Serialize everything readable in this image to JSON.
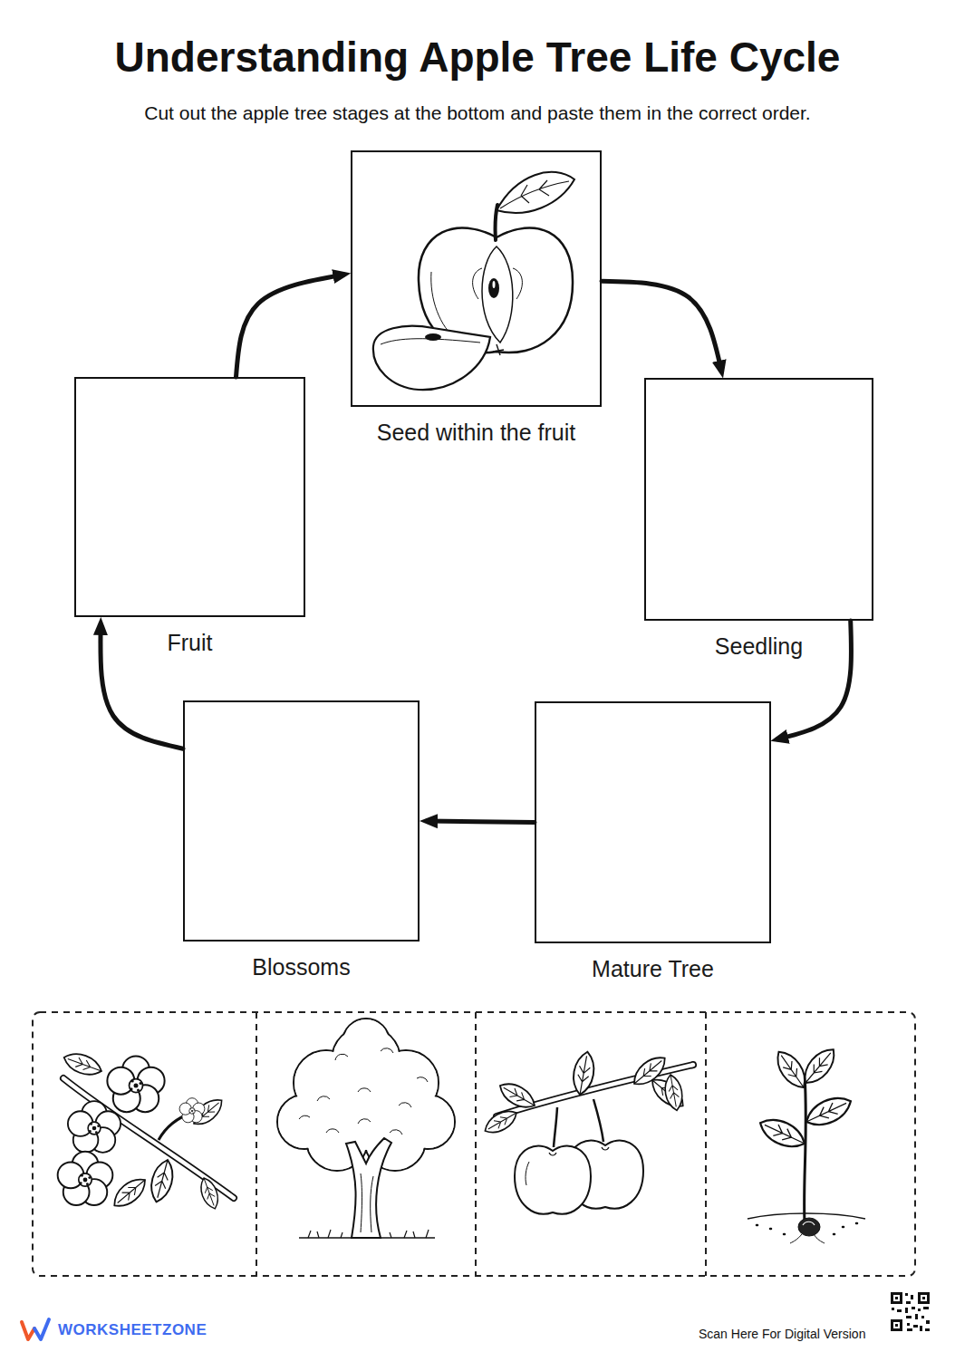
{
  "diagram": {
    "title": "Understanding Apple Tree Life Cycle",
    "nodes": [
      {
        "text": [
          "Seed within the fruit"
        ]
      },
      {
        "text": [
          "Fruit"
        ]
      },
      {
        "text": [
          "Seedling"
        ]
      },
      {
        "text": [
          "Blossoms"
        ]
      },
      {
        "text": [
          "Mature Tree"
        ]
      }
    ],
    "edges": [
      {
        "from": 0,
        "to": 2,
        "arrow": "to"
      },
      {
        "from": 2,
        "to": 4,
        "arrow": "to"
      },
      {
        "from": 4,
        "to": 3,
        "arrow": "to"
      },
      {
        "from": 3,
        "to": 1,
        "arrow": "to"
      },
      {
        "from": 1,
        "to": 0,
        "arrow": "to"
      }
    ],
    "labels": [
      "Cut out the apple tree stages at the bottom and paste them in the correct order.",
      "WORKSHEETZONE",
      "Scan Here For Digital Version"
    ]
  }
}
